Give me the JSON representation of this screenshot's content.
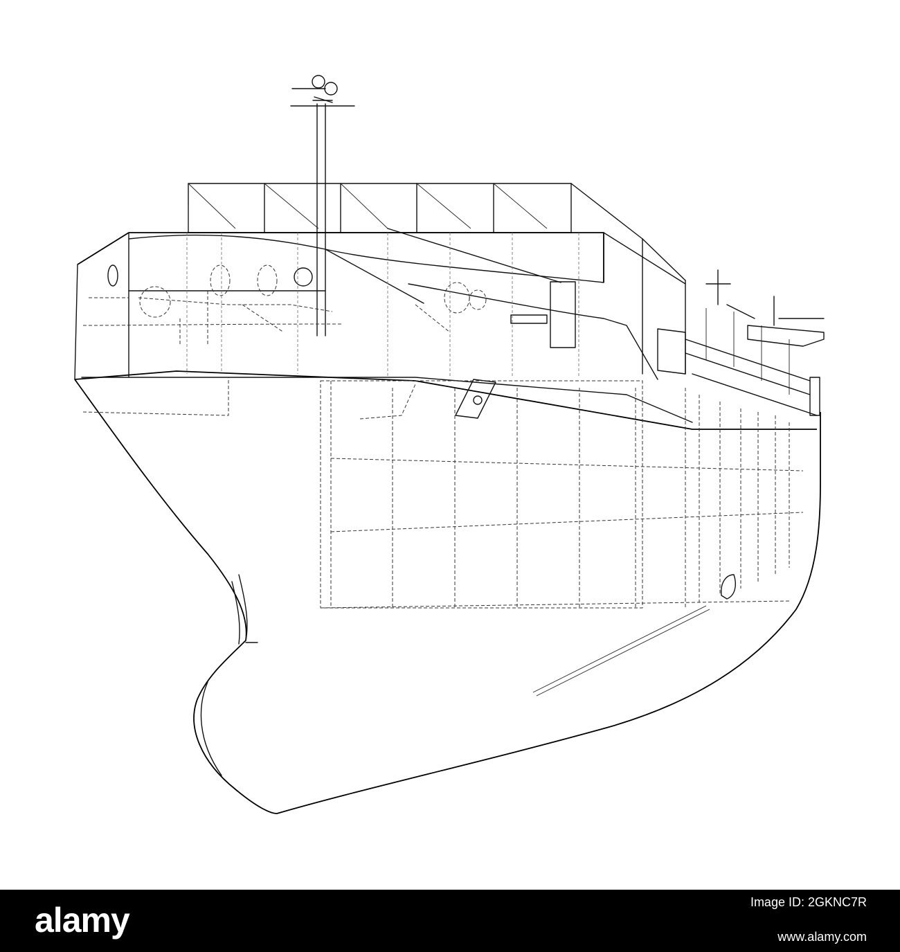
{
  "illustration": {
    "subject": "container-ship-wireframe",
    "line_color": "#111111",
    "background": "#ffffff"
  },
  "footer": {
    "background": "#000000",
    "text_color": "#ffffff",
    "logo_text": "alamy",
    "image_id_text": "Image ID: 2GKNC7R",
    "url_text": "www.alamy.com"
  }
}
